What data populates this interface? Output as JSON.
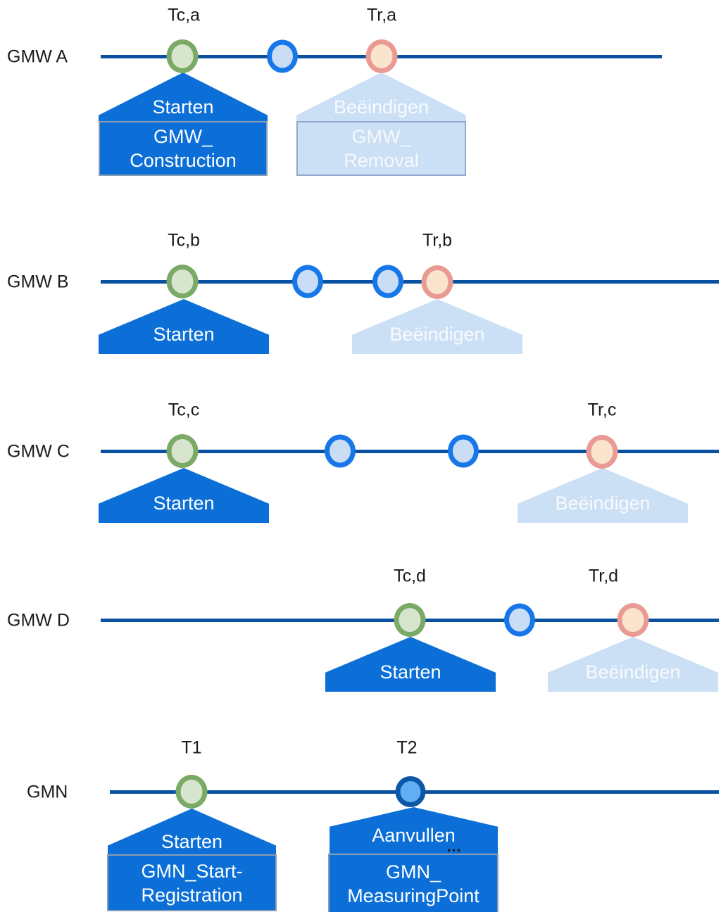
{
  "rows": [
    {
      "label": "GMW A",
      "time_labels": [
        "Tc,a",
        "Tr,a"
      ],
      "houses": [
        {
          "label": "Starten",
          "doc": [
            "GMW_",
            "Construction"
          ]
        },
        {
          "label": "Beëindigen",
          "doc": [
            "GMW_",
            "Removal"
          ]
        }
      ]
    },
    {
      "label": "GMW B",
      "time_labels": [
        "Tc,b",
        "Tr,b"
      ],
      "houses": [
        {
          "label": "Starten"
        },
        {
          "label": "Beëindigen"
        }
      ]
    },
    {
      "label": "GMW C",
      "time_labels": [
        "Tc,c",
        "Tr,c"
      ],
      "houses": [
        {
          "label": "Starten"
        },
        {
          "label": "Beëindigen"
        }
      ]
    },
    {
      "label": "GMW D",
      "time_labels": [
        "Tc,d",
        "Tr,d"
      ],
      "houses": [
        {
          "label": "Starten"
        },
        {
          "label": "Beëindigen"
        }
      ]
    },
    {
      "label": "GMN",
      "time_labels": [
        "T1",
        "T2"
      ],
      "houses": [
        {
          "label": "Starten",
          "doc": [
            "GMN_Start-",
            "Registration"
          ]
        },
        {
          "label": "Aanvullen",
          "ellipsis": "…",
          "doc": [
            "GMN_",
            "MeasuringPoint"
          ]
        }
      ]
    }
  ],
  "colors": {
    "timeline": "#0A51A0",
    "shape_dark_blue": "#0B6FD7",
    "shape_light_blue": "#CBDFF5",
    "start_event_border": "#7BA966",
    "start_event_fill": "#D8E5CE",
    "intermediate_event_border": "#1877E8",
    "intermediate_event_fill": "#C9DDF5",
    "end_event_border": "#E99B93",
    "end_event_fill": "#FAE4CE",
    "point_event_border": "#0C57A8",
    "point_event_fill": "#62AEF2"
  }
}
